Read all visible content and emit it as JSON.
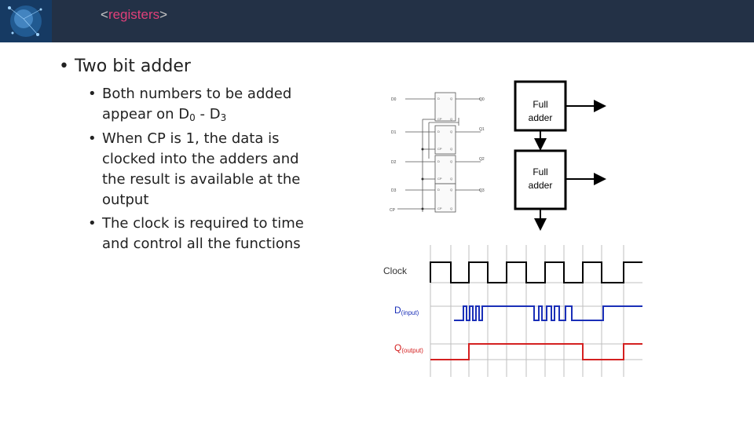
{
  "header": {
    "prefix": "<",
    "title": "registers",
    "suffix": ">"
  },
  "slide": {
    "bullet_main": "Two bit adder",
    "bullets": [
      {
        "text": "Both numbers to be added appear on D",
        "sub1": "0",
        "mid": " - D",
        "sub2": "3"
      },
      {
        "text": "When CP is 1, the data is clocked into the adders and the result is available at the output"
      },
      {
        "text": "The clock is required to time and control all the functions"
      }
    ]
  },
  "register_diagram": {
    "inputs": [
      "D0",
      "D1",
      "D2",
      "D3"
    ],
    "clock": "CP",
    "outputs": [
      "Q0",
      "Q1",
      "Q2",
      "Q3"
    ],
    "flipflop_labels": {
      "d": "D",
      "q": "Q",
      "cp": "CP",
      "qbar": "Q"
    }
  },
  "adders": {
    "top_label": "Full\nadder",
    "bottom_label": "Full\nadder"
  },
  "timing": {
    "clock_label": "Clock",
    "d_label_main": "D",
    "d_label_sub": "(input)",
    "q_label_main": "Q",
    "q_label_sub": "(output)",
    "colors": {
      "clock": "#000000",
      "data": "#1a2fb8",
      "output": "#d42020",
      "grid": "#bfbfbf"
    }
  }
}
